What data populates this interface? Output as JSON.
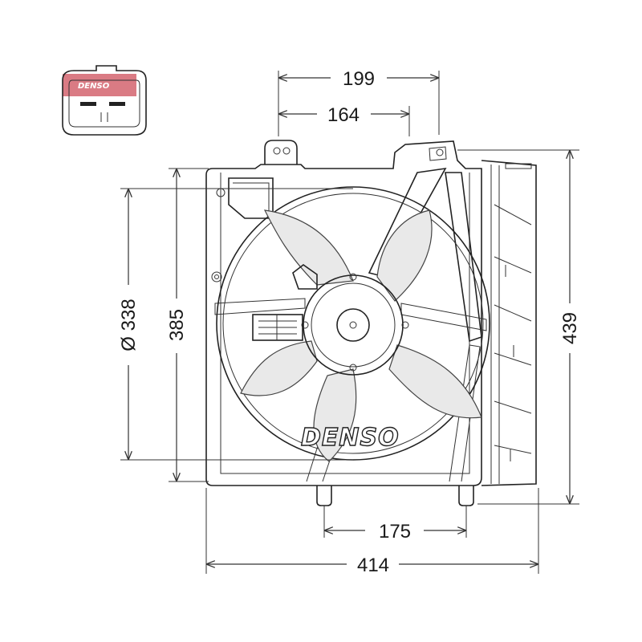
{
  "logo": {
    "text": "DENSO",
    "color": "#d4646f"
  },
  "brand_label": "DENSO",
  "dimensions": {
    "top_outer": "199",
    "top_inner": "164",
    "fan_diameter": "Ø 338",
    "height_frame": "385",
    "height_total": "439",
    "bottom_inner": "175",
    "bottom_outer": "414"
  }
}
